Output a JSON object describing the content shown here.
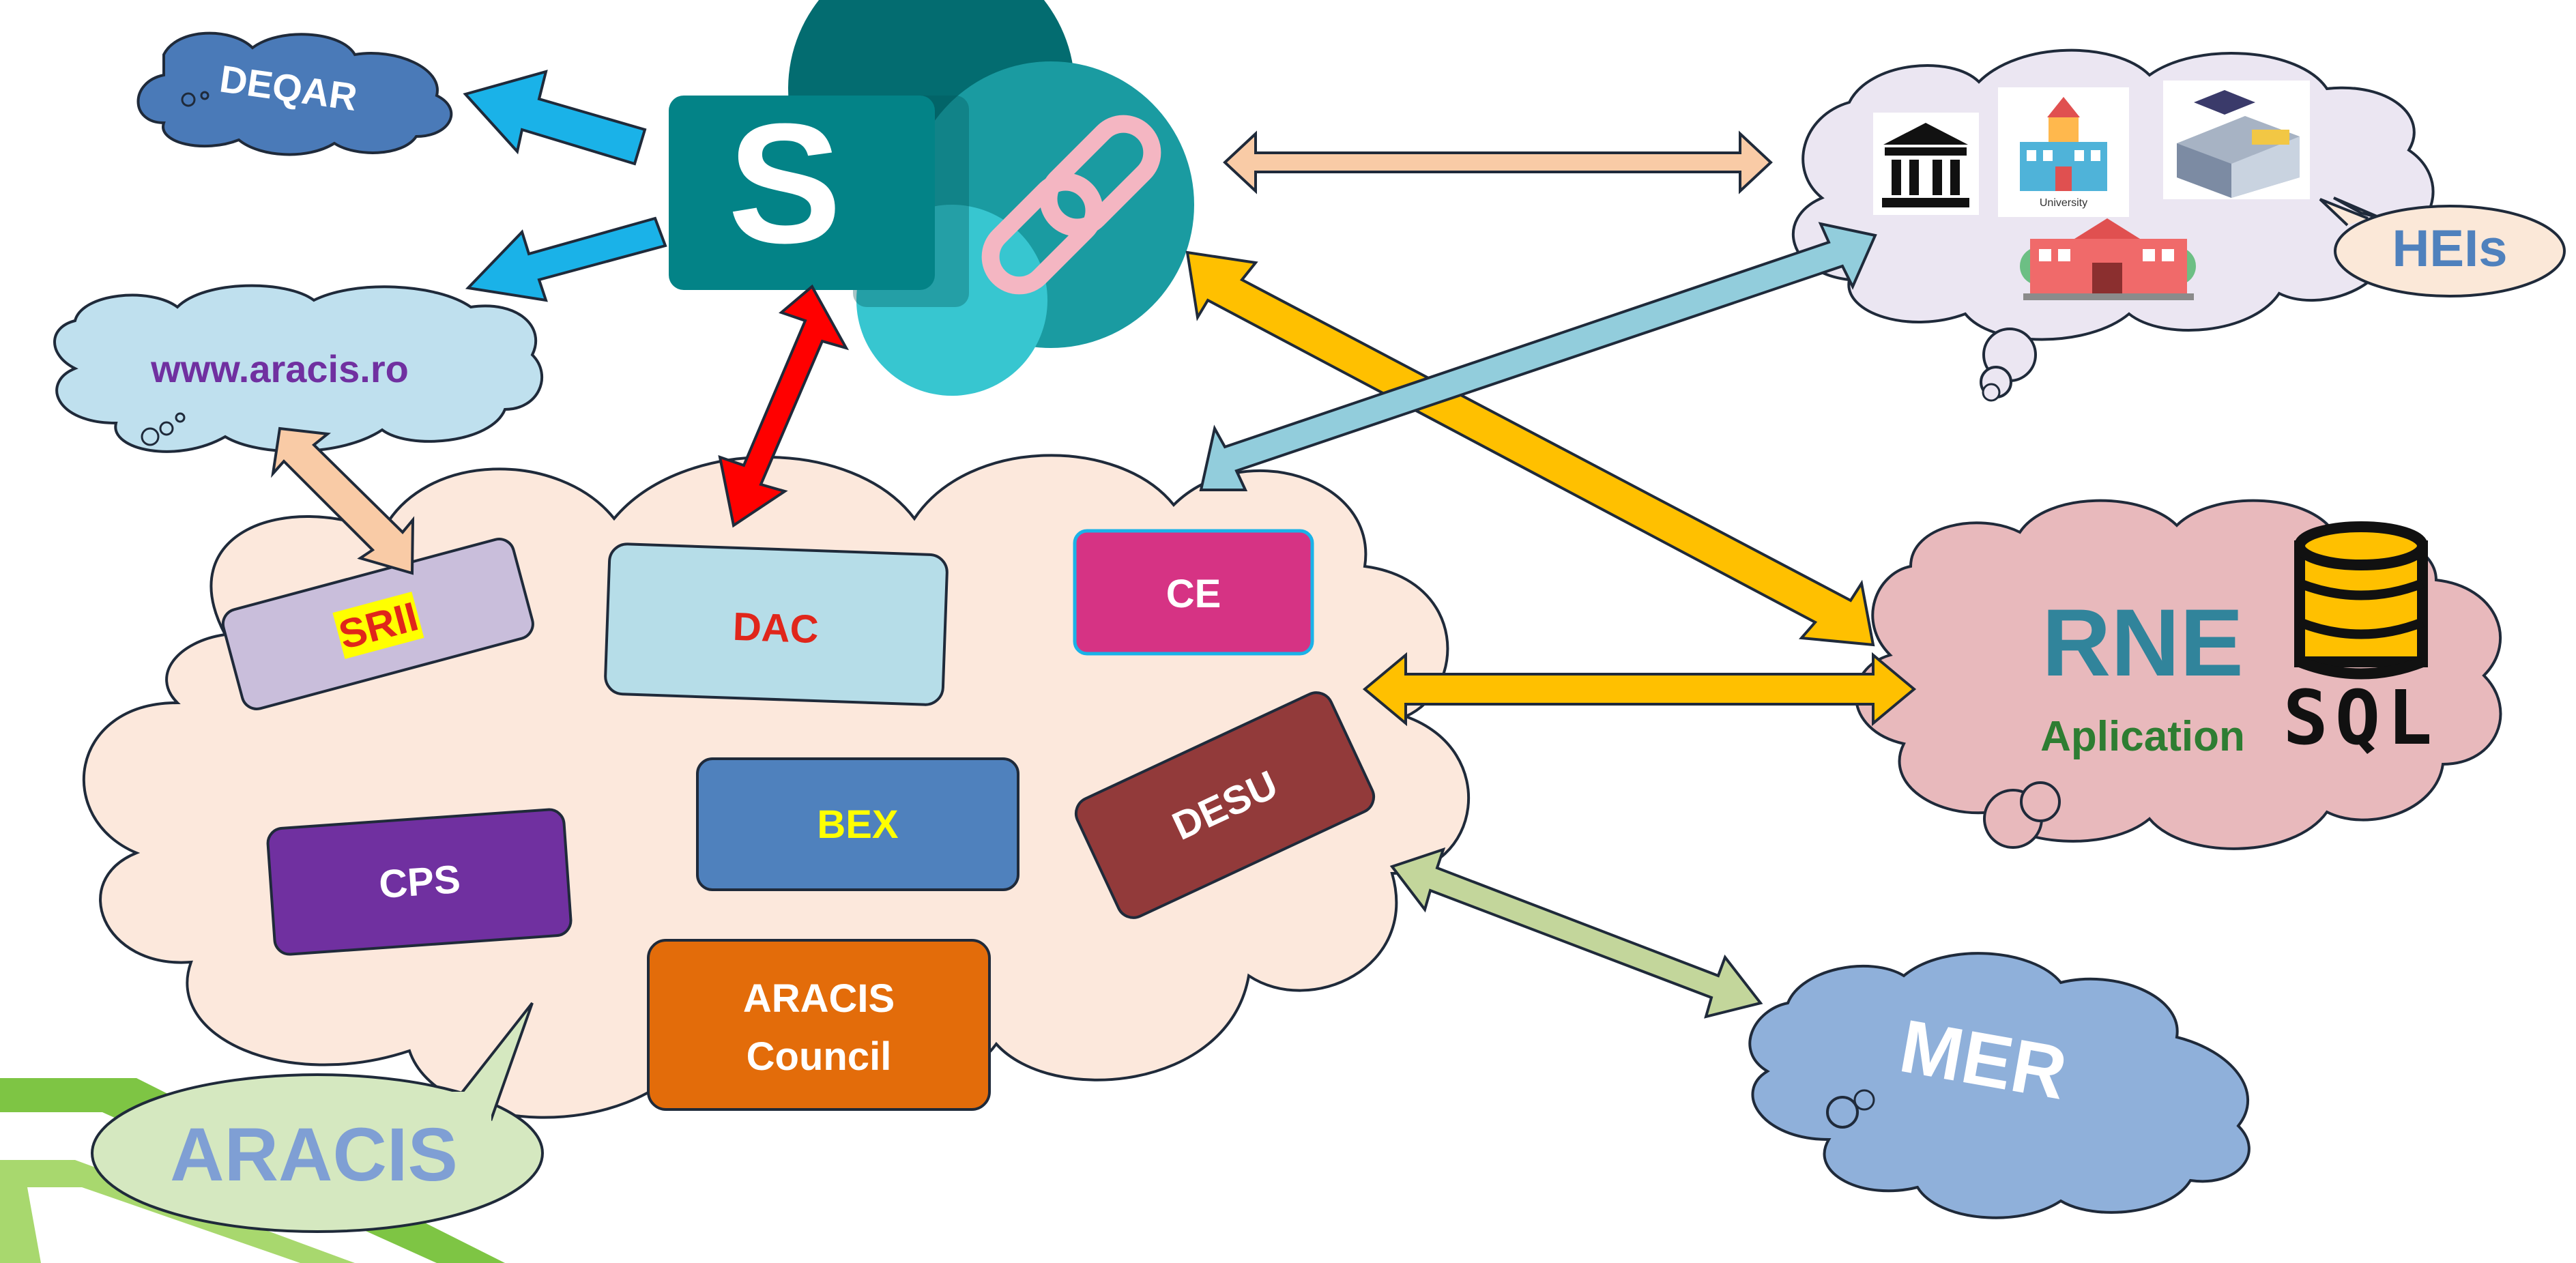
{
  "clouds": {
    "deqar": "DEQAR",
    "aracis_web": "www.aracis.ro",
    "heis": "HEIs",
    "rne_title": "RNE",
    "rne_sub": "Aplication",
    "sql": "SQL",
    "mer": "MER",
    "aracis": "ARACIS"
  },
  "hei_icons": {
    "university_caption": "University"
  },
  "sharepoint": {
    "letter": "S"
  },
  "departments": {
    "srii": "SRII",
    "dac": "DAC",
    "ce": "CE",
    "bex": "BEX",
    "desu": "DESU",
    "cps": "CPS",
    "council_line1": "ARACIS",
    "council_line2": "Council"
  },
  "colors": {
    "main_cloud": "#fce8dc",
    "deqar_cloud": "#4a7ab8",
    "web_cloud": "#bfe0ee",
    "hei_cloud": "#ebe6f2",
    "rne_cloud": "#e8b9bc",
    "mer_cloud": "#8fb0da",
    "aracis_bubble": "#d5e8c0",
    "srii": "#c9bedb",
    "dac": "#b6dde8",
    "ce": "#d63384",
    "bex": "#4f81bd",
    "desu": "#923a3a",
    "cps": "#7030a0",
    "council": "#e36c0a",
    "arrow_blue": "#1ab2e8",
    "arrow_red": "#ff0000",
    "arrow_peach": "#f9cba6",
    "arrow_gold": "#ffc000",
    "arrow_lightblue": "#92cddc",
    "arrow_green": "#c3d69b",
    "sharepoint_teal": "#036c70",
    "rne_text": "#31849b",
    "aplication_text": "#2e7d32"
  }
}
